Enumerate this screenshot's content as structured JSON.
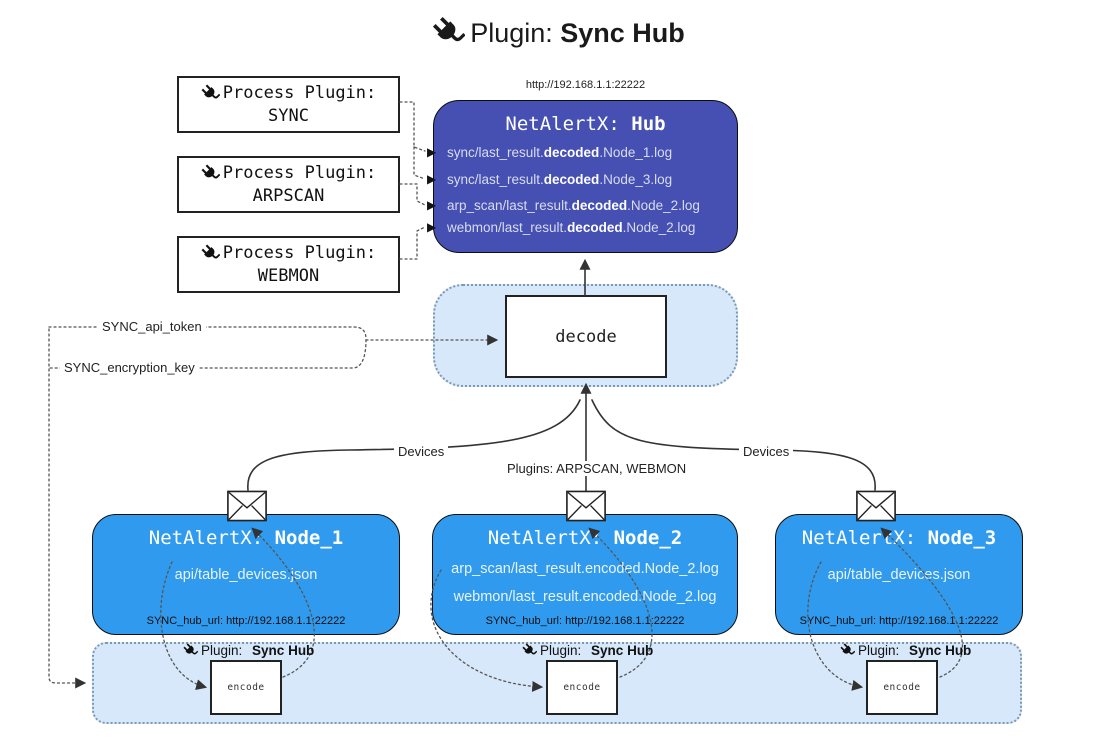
{
  "diagram_title": {
    "prefix": "Plugin:",
    "name": "Sync Hub"
  },
  "process_plugins": [
    {
      "label": "Process Plugin:",
      "name": "SYNC"
    },
    {
      "label": "Process Plugin:",
      "name": "ARPSCAN"
    },
    {
      "label": "Process Plugin:",
      "name": "WEBMON"
    }
  ],
  "hub": {
    "url": "http://192.168.1.1:22222",
    "title_prefix": "NetAlertX:",
    "title_name": "Hub",
    "entries": [
      {
        "pre": "sync/last_result.",
        "bold": "decoded",
        "post": ".Node_1.log"
      },
      {
        "pre": "sync/last_result.",
        "bold": "decoded",
        "post": ".Node_3.log"
      },
      {
        "pre": "arp_scan/last_result.",
        "bold": "decoded",
        "post": ".Node_2.log"
      },
      {
        "pre": "webmon/last_result.",
        "bold": "decoded",
        "post": ".Node_2.log"
      }
    ]
  },
  "decode_box": {
    "label": "decode"
  },
  "settings": {
    "api_token": "SYNC_api_token",
    "encryption_key": "SYNC_encryption_key"
  },
  "edge_labels": {
    "devices_left": "Devices",
    "plugins_center": "Plugins: ARPSCAN, WEBMON",
    "devices_right": "Devices"
  },
  "nodes": [
    {
      "title_prefix": "NetAlertX:",
      "title_name": "Node_1",
      "files": [
        "api/table_devices.json"
      ],
      "hub_url": "SYNC_hub_url: http://192.168.1.1:22222"
    },
    {
      "title_prefix": "NetAlertX:",
      "title_name": "Node_2",
      "files": [
        "arp_scan/last_result.encoded.Node_2.log",
        "webmon/last_result.encoded.Node_2.log"
      ],
      "hub_url": "SYNC_hub_url: http://192.168.1.1:22222"
    },
    {
      "title_prefix": "NetAlertX:",
      "title_name": "Node_3",
      "files": [
        "api/table_devices.json"
      ],
      "hub_url": "SYNC_hub_url: http://192.168.1.1:22222"
    }
  ],
  "encode_band": {
    "plugin_prefix": "Plugin:",
    "plugin_name": "Sync Hub",
    "encode_label": "encode"
  },
  "colors": {
    "hub_fill": "#4550b2",
    "node_fill": "#309bee",
    "band_fill": "#d7e8fa",
    "line_dark": "#333333"
  }
}
